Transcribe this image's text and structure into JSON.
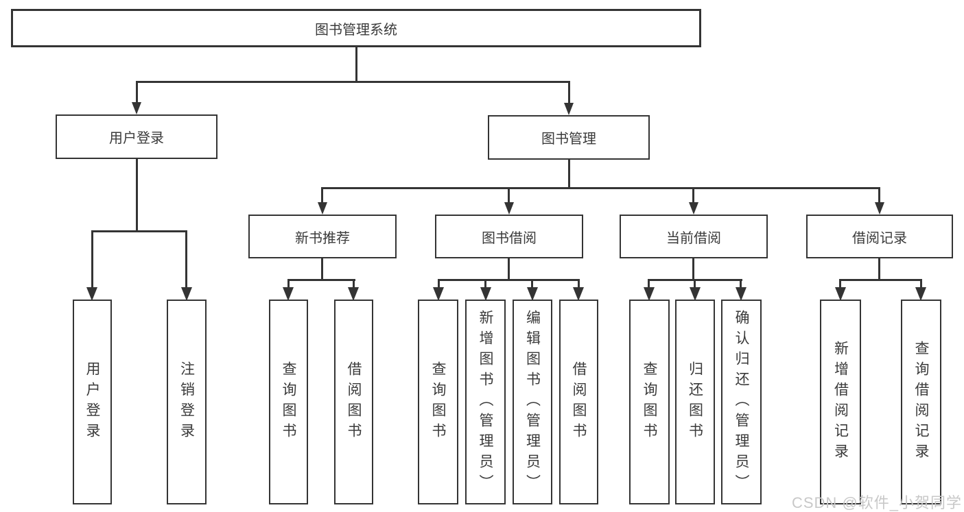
{
  "diagram_title": "图书管理系统",
  "watermark": "CSDN @软件_小贺同学",
  "colors": {
    "line": "#343434",
    "text": "#3a3a3a",
    "box_background": "#ffffff",
    "watermark": "#c8c8c8"
  },
  "tree": {
    "label": "图书管理系统",
    "children": [
      {
        "label": "用户登录",
        "children": [
          {
            "label": "用户登录"
          },
          {
            "label": "注销登录"
          }
        ]
      },
      {
        "label": "图书管理",
        "children": [
          {
            "label": "新书推荐",
            "children": [
              {
                "label": "查询图书"
              },
              {
                "label": "借阅图书"
              }
            ]
          },
          {
            "label": "图书借阅",
            "children": [
              {
                "label": "查询图书"
              },
              {
                "label": "新增图书（管理员）"
              },
              {
                "label": "编辑图书（管理员）"
              },
              {
                "label": "借阅图书"
              }
            ]
          },
          {
            "label": "当前借阅",
            "children": [
              {
                "label": "查询图书"
              },
              {
                "label": "归还图书"
              },
              {
                "label": "确认归还（管理员）"
              }
            ]
          },
          {
            "label": "借阅记录",
            "children": [
              {
                "label": "新增借阅记录"
              },
              {
                "label": "查询借阅记录"
              }
            ]
          }
        ]
      }
    ]
  }
}
